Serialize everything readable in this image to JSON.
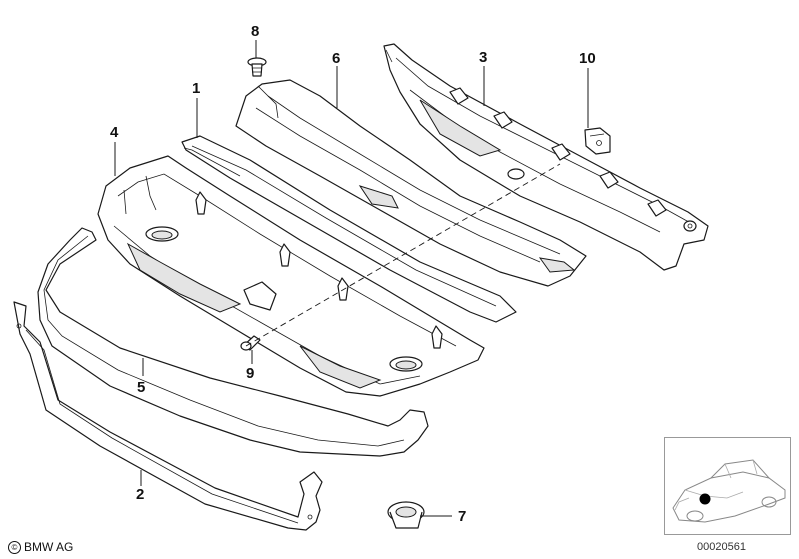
{
  "callouts": [
    {
      "id": "1",
      "label": "1"
    },
    {
      "id": "2",
      "label": "2"
    },
    {
      "id": "3",
      "label": "3"
    },
    {
      "id": "4",
      "label": "4"
    },
    {
      "id": "5",
      "label": "5"
    },
    {
      "id": "6",
      "label": "6"
    },
    {
      "id": "7",
      "label": "7"
    },
    {
      "id": "8",
      "label": "8"
    },
    {
      "id": "9",
      "label": "9"
    },
    {
      "id": "10",
      "label": "10"
    }
  ],
  "footer": {
    "copyright_symbol": "©",
    "copyright": "BMW AG",
    "diagram_number": "00020561"
  },
  "colors": {
    "line": "#1a1a1a",
    "part_fill": "#ffffff",
    "shade": "#e2e2e2",
    "locator_dot": "#000000"
  }
}
